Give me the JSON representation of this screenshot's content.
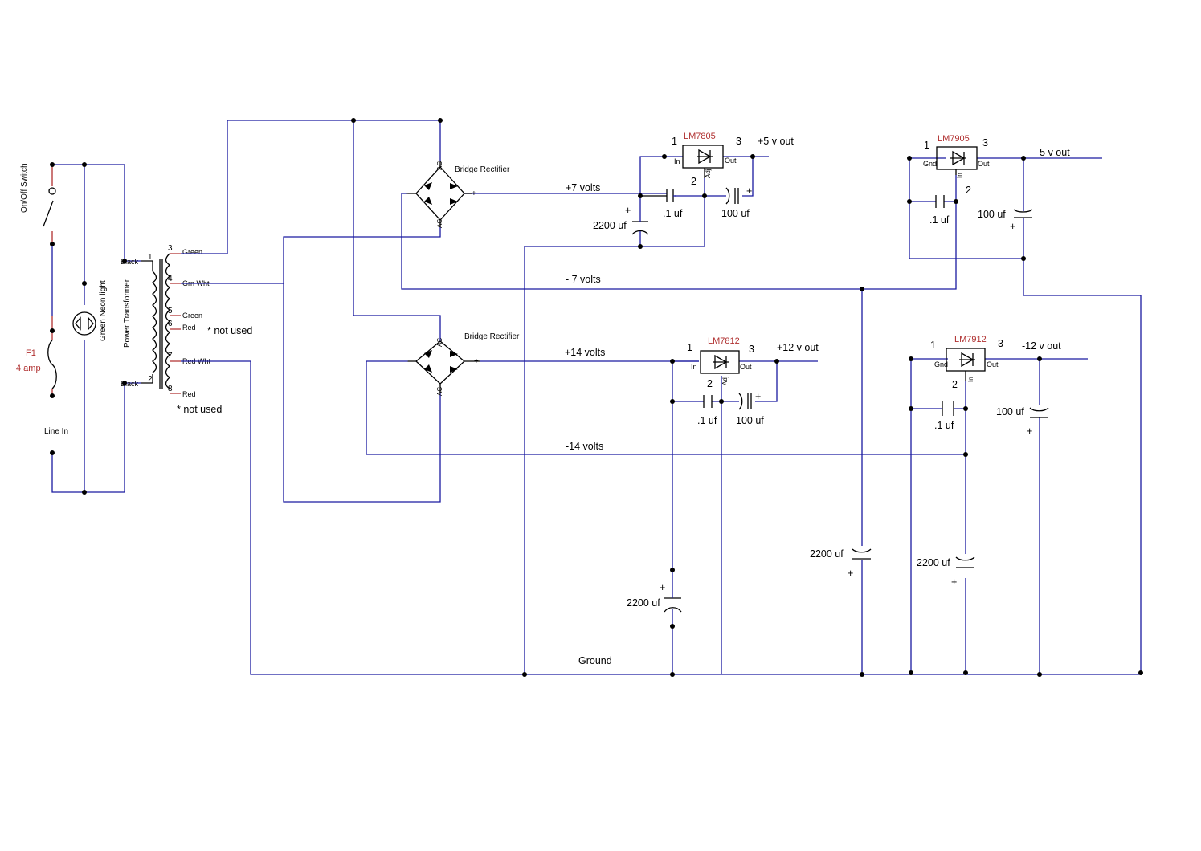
{
  "line_section": {
    "switch_label": "On/Off Switch",
    "fuse_ref": "F1",
    "fuse_value": "4 amp",
    "line_in": "Line In",
    "neon_label": "Green Neon light"
  },
  "transformer": {
    "title": "Power Transformer",
    "primary_top_pin": "1",
    "primary_top_color": "Black",
    "primary_bottom_pin": "2",
    "primary_bottom_color": "Black",
    "pins": [
      {
        "pin": "3",
        "color": "Green"
      },
      {
        "pin": "4",
        "color": "Grn Wht"
      },
      {
        "pin": "5",
        "color": "Green"
      },
      {
        "pin": "6",
        "color": "Red"
      },
      {
        "pin": "7",
        "color": "Red Wht"
      },
      {
        "pin": "8",
        "color": "Red"
      }
    ],
    "not_used_1": "* not used",
    "not_used_2": "* not used"
  },
  "rectifiers": {
    "top_label": "Bridge Rectifier",
    "bottom_label": "Bridge Rectifier",
    "ac": "AC",
    "plus": "+",
    "minus": "-"
  },
  "rails": {
    "plus7": "+7 volts",
    "minus7": "- 7 volts",
    "plus14": "+14 volts",
    "minus14": "-14 volts",
    "ground": "Ground"
  },
  "regulators": {
    "lm7805": {
      "name": "LM7805",
      "in": "In",
      "out": "Out",
      "adj": "Adj",
      "p1": "1",
      "p2": "2",
      "p3": "3",
      "output": "+5 v out"
    },
    "lm7905": {
      "name": "LM7905",
      "gnd": "Gnd",
      "out": "Out",
      "in": "In",
      "p1": "1",
      "p2": "2",
      "p3": "3",
      "output": "-5 v out"
    },
    "lm7812": {
      "name": "LM7812",
      "in": "In",
      "out": "Out",
      "adj": "Adj",
      "p1": "1",
      "p2": "2",
      "p3": "3",
      "output": "+12 v out"
    },
    "lm7912": {
      "name": "LM7912",
      "gnd": "Gnd",
      "out": "Out",
      "in": "In",
      "p1": "1",
      "p2": "2",
      "p3": "3",
      "output": "-12 v out"
    }
  },
  "capacitors": {
    "c2200": "2200 uf",
    "c01": ".1 uf",
    "c100": "100 uf",
    "plus": "+",
    "minus": "-"
  }
}
